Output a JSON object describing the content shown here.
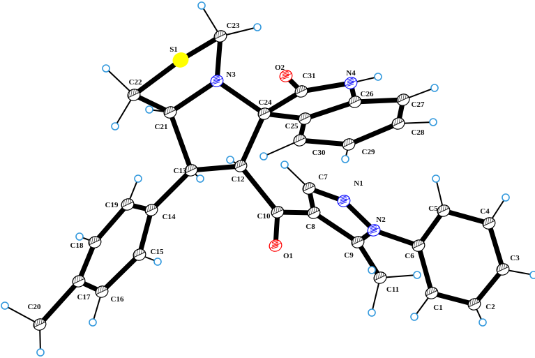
{
  "colors": {
    "C": "#ffffff",
    "N": "#1a1aff",
    "O": "#ff0000",
    "S": "#ffff00",
    "H": "#3399dd",
    "bond": "#000000"
  },
  "atoms": [
    {
      "label": "S1",
      "element": "S"
    },
    {
      "label": "N1",
      "element": "N"
    },
    {
      "label": "N2",
      "element": "N"
    },
    {
      "label": "N3",
      "element": "N"
    },
    {
      "label": "N4",
      "element": "N"
    },
    {
      "label": "O1",
      "element": "O"
    },
    {
      "label": "O2",
      "element": "O"
    },
    {
      "label": "C1",
      "element": "C"
    },
    {
      "label": "C2",
      "element": "C"
    },
    {
      "label": "C3",
      "element": "C"
    },
    {
      "label": "C4",
      "element": "C"
    },
    {
      "label": "C5",
      "element": "C"
    },
    {
      "label": "C6",
      "element": "C"
    },
    {
      "label": "C7",
      "element": "C"
    },
    {
      "label": "C8",
      "element": "C"
    },
    {
      "label": "C9",
      "element": "C"
    },
    {
      "label": "C10",
      "element": "C"
    },
    {
      "label": "C11",
      "element": "C"
    },
    {
      "label": "C12",
      "element": "C"
    },
    {
      "label": "C13",
      "element": "C"
    },
    {
      "label": "C14",
      "element": "C"
    },
    {
      "label": "C15",
      "element": "C"
    },
    {
      "label": "C16",
      "element": "C"
    },
    {
      "label": "C17",
      "element": "C"
    },
    {
      "label": "C18",
      "element": "C"
    },
    {
      "label": "C19",
      "element": "C"
    },
    {
      "label": "C20",
      "element": "C"
    },
    {
      "label": "C21",
      "element": "C"
    },
    {
      "label": "C22",
      "element": "C"
    },
    {
      "label": "C23",
      "element": "C"
    },
    {
      "label": "C24",
      "element": "C"
    },
    {
      "label": "C25",
      "element": "C"
    },
    {
      "label": "C26",
      "element": "C"
    },
    {
      "label": "C27",
      "element": "C"
    },
    {
      "label": "C28",
      "element": "C"
    },
    {
      "label": "C29",
      "element": "C"
    },
    {
      "label": "C30",
      "element": "C"
    },
    {
      "label": "C31",
      "element": "C"
    }
  ],
  "bonds": [
    [
      "C23",
      "S1"
    ],
    [
      "C23",
      "N3"
    ],
    [
      "S1",
      "C22"
    ],
    [
      "C22",
      "C21"
    ],
    [
      "C21",
      "N3"
    ],
    [
      "N3",
      "C24"
    ],
    [
      "C21",
      "C13"
    ],
    [
      "C13",
      "C12"
    ],
    [
      "C12",
      "C24"
    ],
    [
      "C24",
      "C31"
    ],
    [
      "C31",
      "O2"
    ],
    [
      "C31",
      "N4"
    ],
    [
      "N4",
      "C26"
    ],
    [
      "C26",
      "C25"
    ],
    [
      "C25",
      "C24"
    ],
    [
      "C25",
      "C30"
    ],
    [
      "C30",
      "C29"
    ],
    [
      "C29",
      "C28"
    ],
    [
      "C28",
      "C27"
    ],
    [
      "C27",
      "C26"
    ],
    [
      "C12",
      "C10"
    ],
    [
      "C10",
      "O1"
    ],
    [
      "C10",
      "C8"
    ],
    [
      "C8",
      "C7"
    ],
    [
      "C7",
      "N1"
    ],
    [
      "N1",
      "N2"
    ],
    [
      "N2",
      "C9"
    ],
    [
      "C9",
      "C8"
    ],
    [
      "C9",
      "C11"
    ],
    [
      "N2",
      "C6"
    ],
    [
      "C6",
      "C5"
    ],
    [
      "C5",
      "C4"
    ],
    [
      "C4",
      "C3"
    ],
    [
      "C3",
      "C2"
    ],
    [
      "C2",
      "C1"
    ],
    [
      "C1",
      "C6"
    ],
    [
      "C13",
      "C14"
    ],
    [
      "C14",
      "C19"
    ],
    [
      "C19",
      "C18"
    ],
    [
      "C18",
      "C17"
    ],
    [
      "C17",
      "C16"
    ],
    [
      "C16",
      "C15"
    ],
    [
      "C15",
      "C14"
    ],
    [
      "C17",
      "C20"
    ]
  ]
}
